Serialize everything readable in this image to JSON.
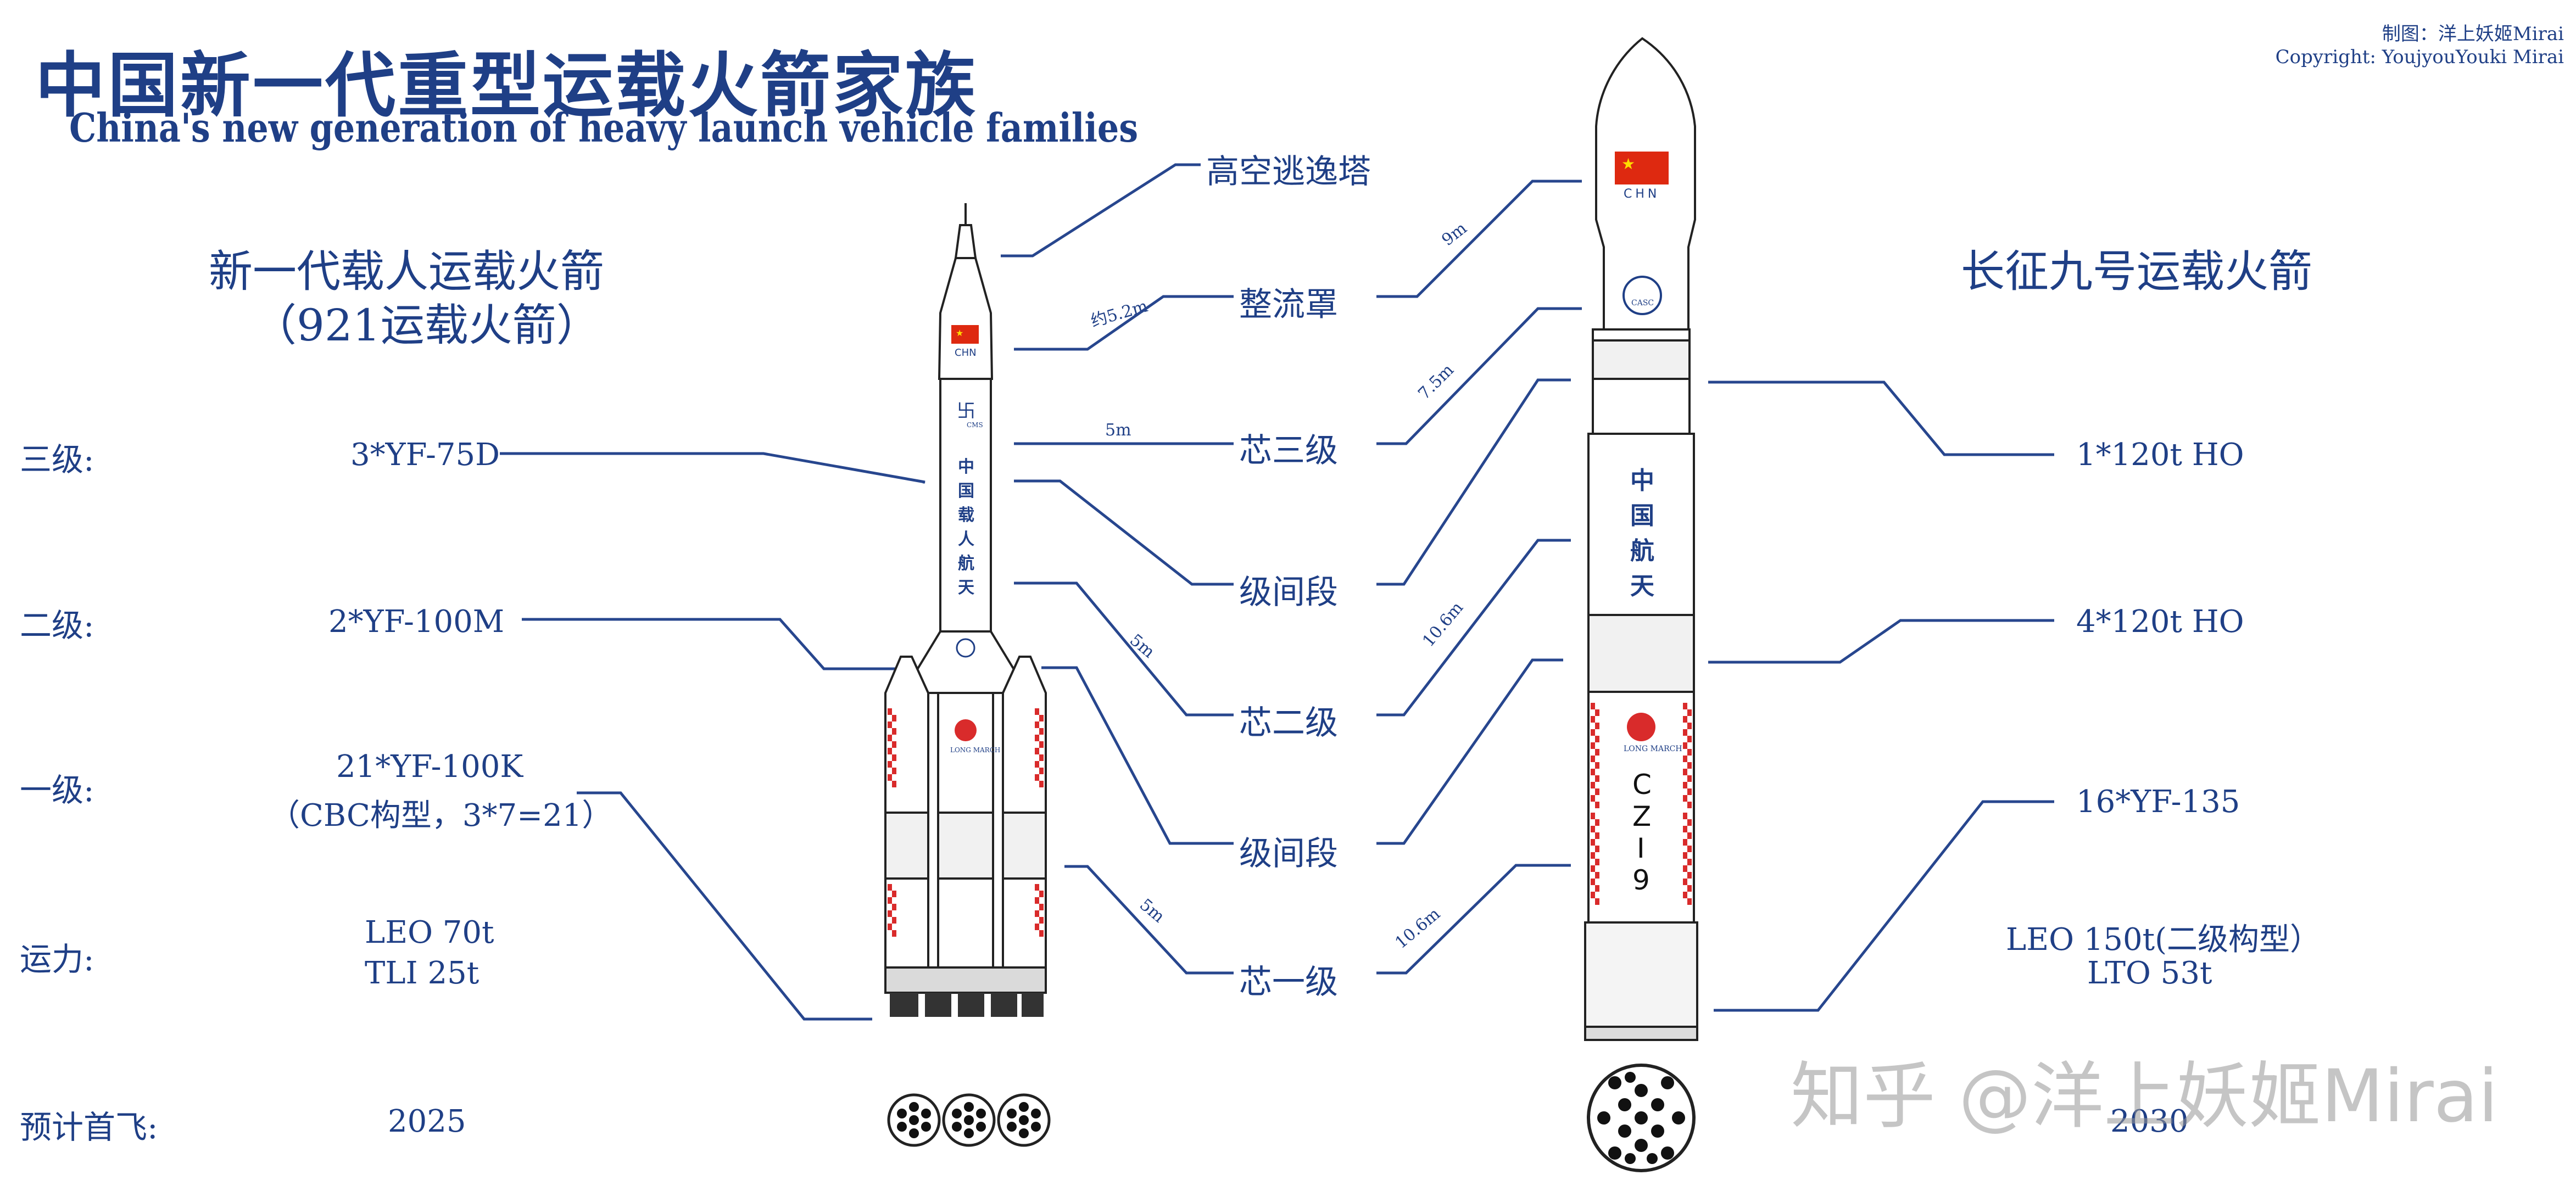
{
  "title": {
    "cn": "中国新一代重型运载火箭家族",
    "en": "China's new generation of heavy launch vehicle families"
  },
  "credit": {
    "line1": "制图：洋上妖姬Mirai",
    "line2": "Copyright: YoujyouYouki Mirai"
  },
  "left_rocket": {
    "name_line1": "新一代载人运载火箭",
    "name_line2": "（921运载火箭）",
    "flag_text": "CHN",
    "body_text": [
      "中",
      "国",
      "载",
      "人",
      "航",
      "天"
    ],
    "logo_text": "CMS",
    "booster_logo_text": "LONG MARCH"
  },
  "right_rocket": {
    "name": "长征九号运载火箭",
    "flag_text": "CHN",
    "logo_text": "CASC",
    "body_text": [
      "中",
      "国",
      "航",
      "天"
    ],
    "booster_logo_text": "LONG MARCH",
    "serial": [
      "C",
      "Z",
      "I",
      "9"
    ]
  },
  "rows": {
    "stage3": "三级:",
    "stage2": "二级:",
    "stage1": "一级:",
    "capacity": "运力:",
    "first_flight": "预计首飞:"
  },
  "left_values": {
    "stage3": "3*YF-75D",
    "stage2": "2*YF-100M",
    "stage1_line1": "21*YF-100K",
    "stage1_line2": "（CBC构型，3*7=21）",
    "capacity_line1": "LEO 70t",
    "capacity_line2": "TLI  25t",
    "first_flight": "2025"
  },
  "right_values": {
    "stage3": "1*120t HO",
    "stage2": "4*120t HO",
    "stage1": "16*YF-135",
    "capacity_line1": "LEO 150t(二级构型）",
    "capacity_line2": "LTO 53t",
    "first_flight": "2030"
  },
  "components": [
    "高空逃逸塔",
    "整流罩",
    "芯三级",
    "级间段",
    "芯二级",
    "级间段",
    "芯一级"
  ],
  "dimensions": {
    "left_fairing": "约5.2m",
    "left_stage3": "5m",
    "left_stage2": "5m",
    "left_stage1": "5m",
    "right_fairing": "9m",
    "right_stage3": "7.5m",
    "right_stage2": "10.6m",
    "right_stage1": "10.6m"
  },
  "watermark": "知乎 @洋上妖姬Mirai",
  "colors": {
    "text": "#1f3f86",
    "line": "#27468e",
    "flag_red": "#de2910",
    "flag_yellow": "#ffde00",
    "checker_red": "#d92b2b",
    "rocket_outline": "#222222"
  }
}
